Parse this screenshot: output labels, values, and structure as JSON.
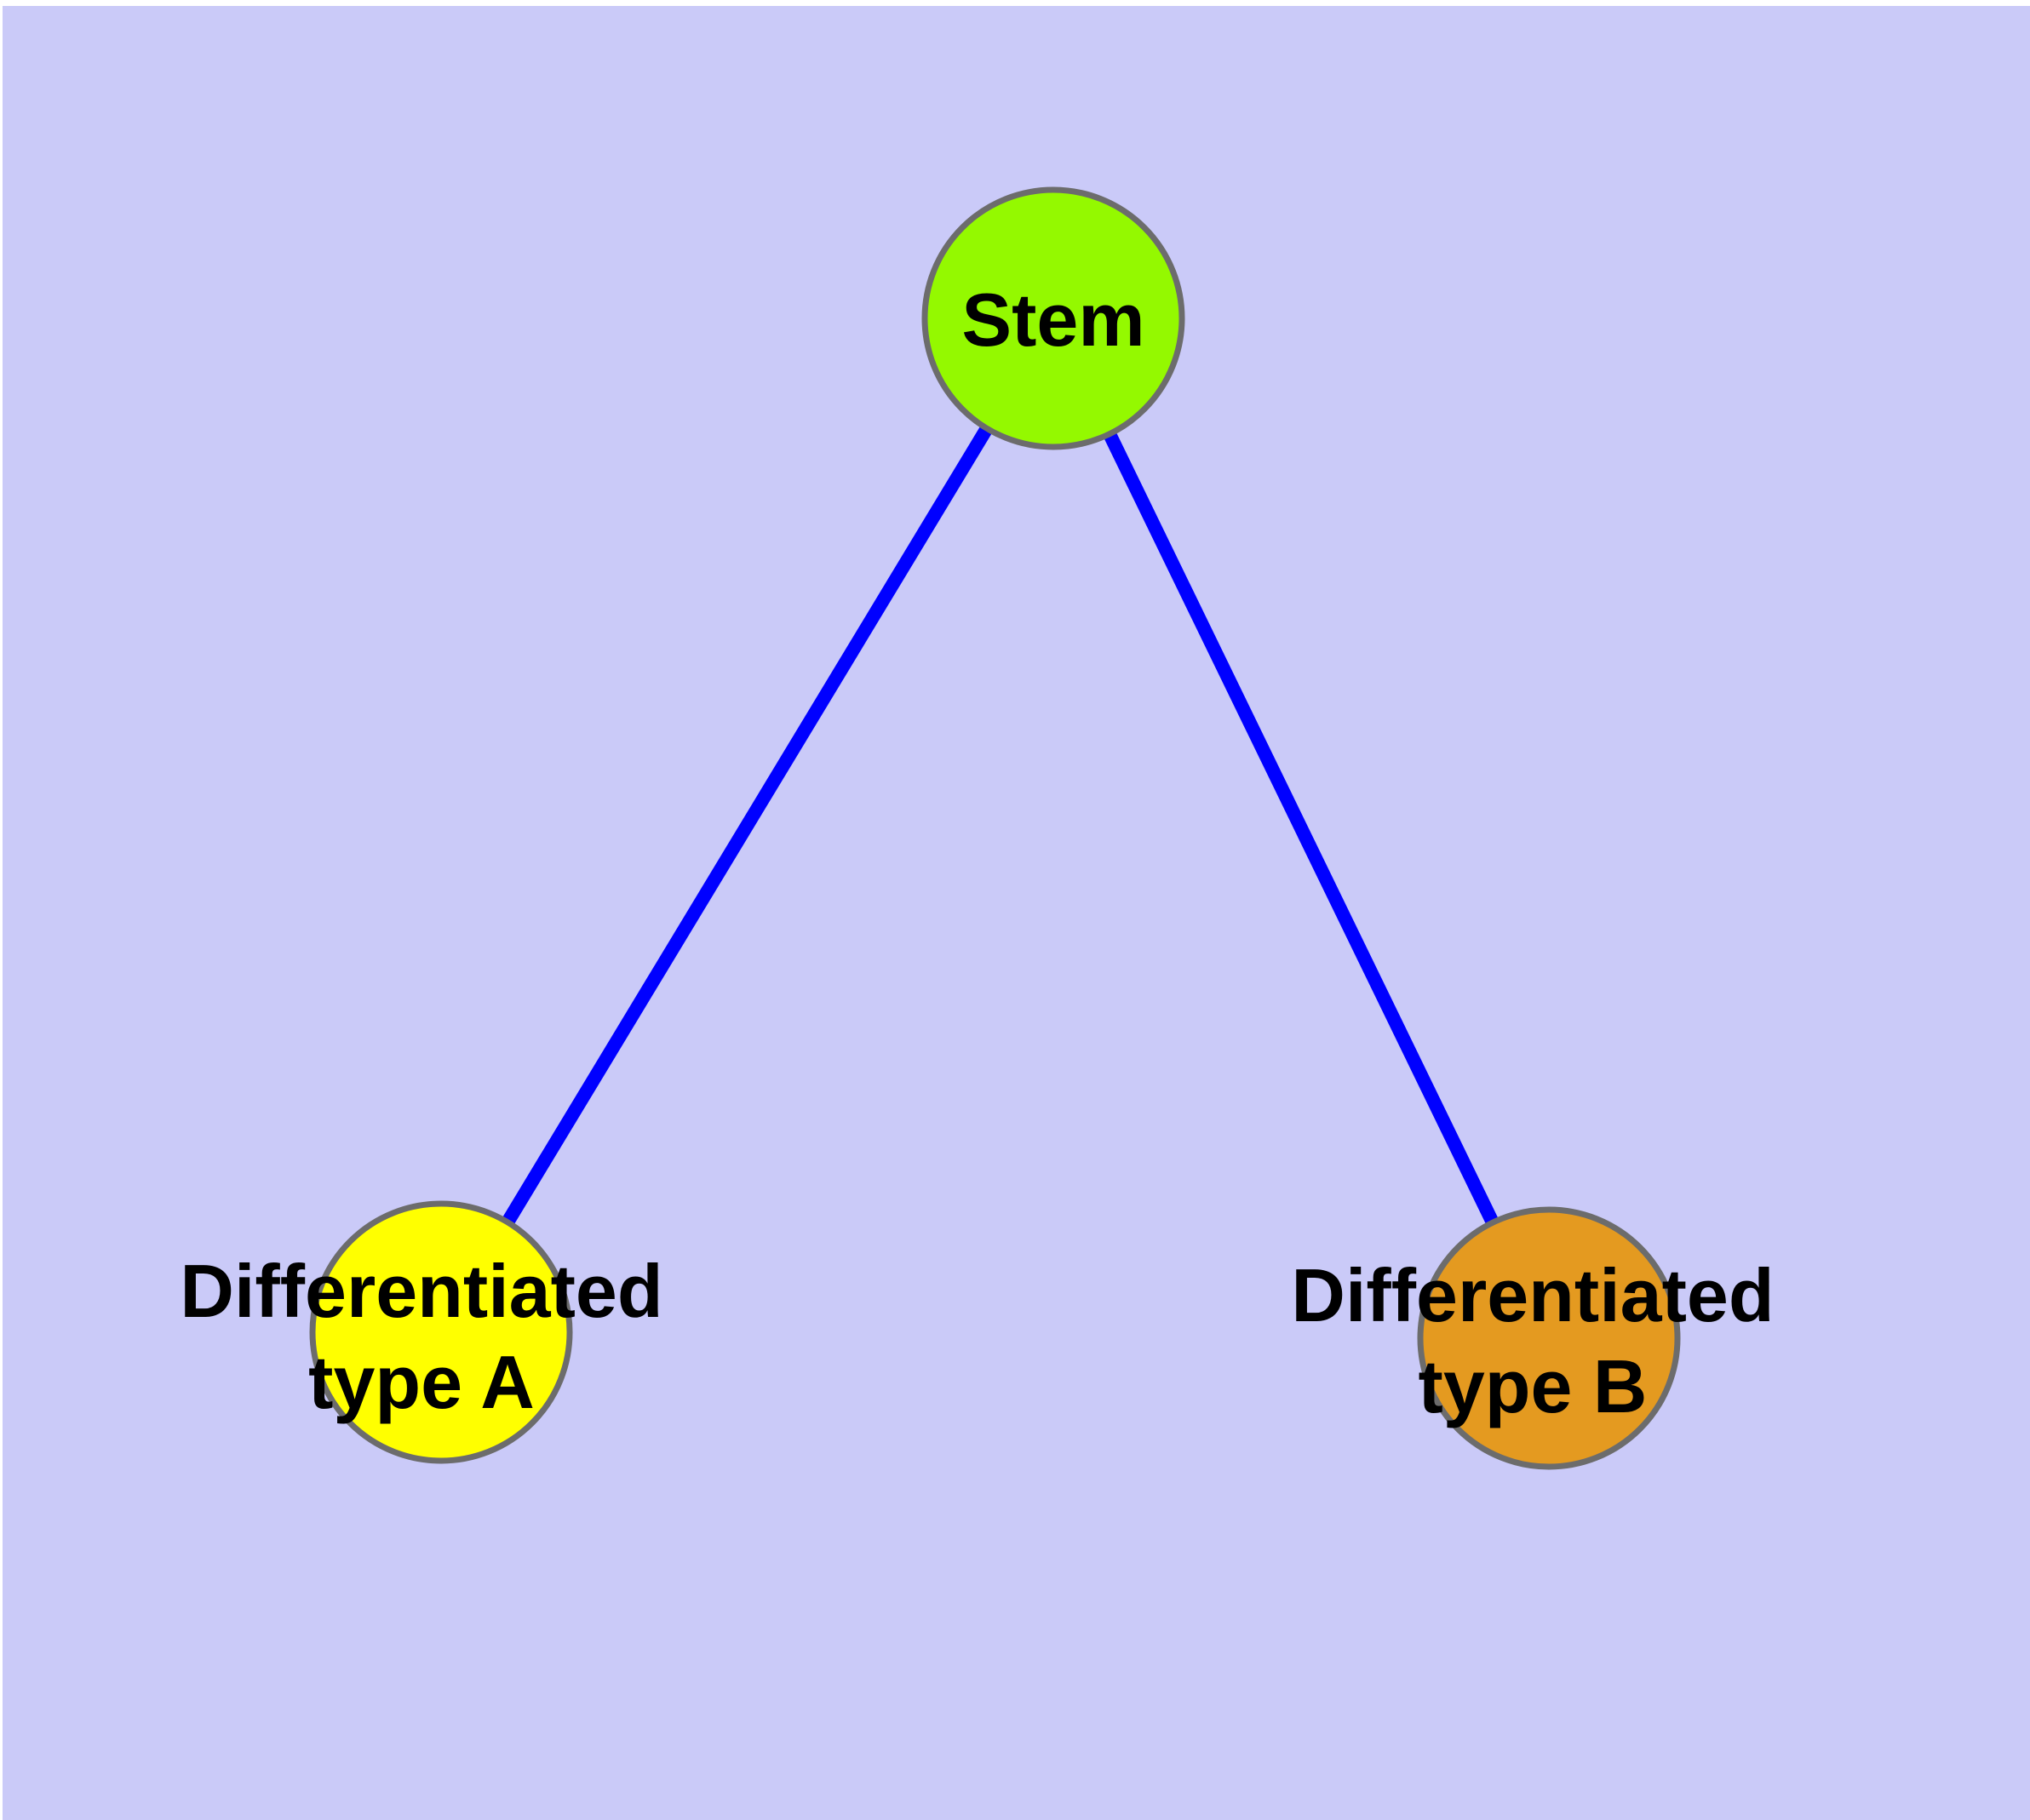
{
  "diagram": {
    "type": "node-link-graph",
    "background_color": "#CACAF8",
    "page_margin_color": "#FFFFFF",
    "edge_color": "#0000FF",
    "node_border_color": "#6C6C6C",
    "label_color": "#000000",
    "nodes": {
      "stem": {
        "label": "Stem",
        "color": "#94F900"
      },
      "type_a": {
        "label_line1": "Differentiated",
        "label_line2": "type A",
        "color": "#FFFF00"
      },
      "type_b": {
        "label_line1": "Differentiated",
        "label_line2": "type B",
        "color": "#E49A20"
      }
    },
    "edges": [
      {
        "from": "Stem",
        "to": "Differentiated type A"
      },
      {
        "from": "Stem",
        "to": "Differentiated type B"
      }
    ]
  }
}
